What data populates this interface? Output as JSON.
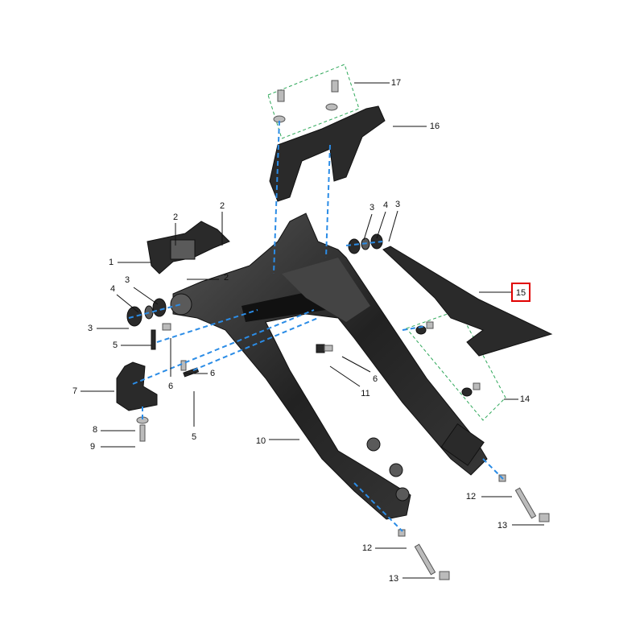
{
  "diagram": {
    "title": "Swingarm assembly exploded view",
    "highlight_color": "#e00000",
    "callouts": {
      "c17": "17",
      "c16": "16",
      "c2a": "2",
      "c2b": "2",
      "c1": "1",
      "c2c": "2",
      "c3a": "3",
      "c4a": "4",
      "c3b": "3",
      "c5a": "5",
      "c6a": "6",
      "c6b": "6",
      "c5b": "5",
      "c7": "7",
      "c8": "8",
      "c9": "9",
      "c10": "10",
      "c11": "11",
      "c6c": "6",
      "c3c": "3",
      "c4b": "4",
      "c3d": "3",
      "c15": "15",
      "c14": "14",
      "c12a": "12",
      "c13a": "13",
      "c12b": "12",
      "c13b": "13"
    }
  }
}
